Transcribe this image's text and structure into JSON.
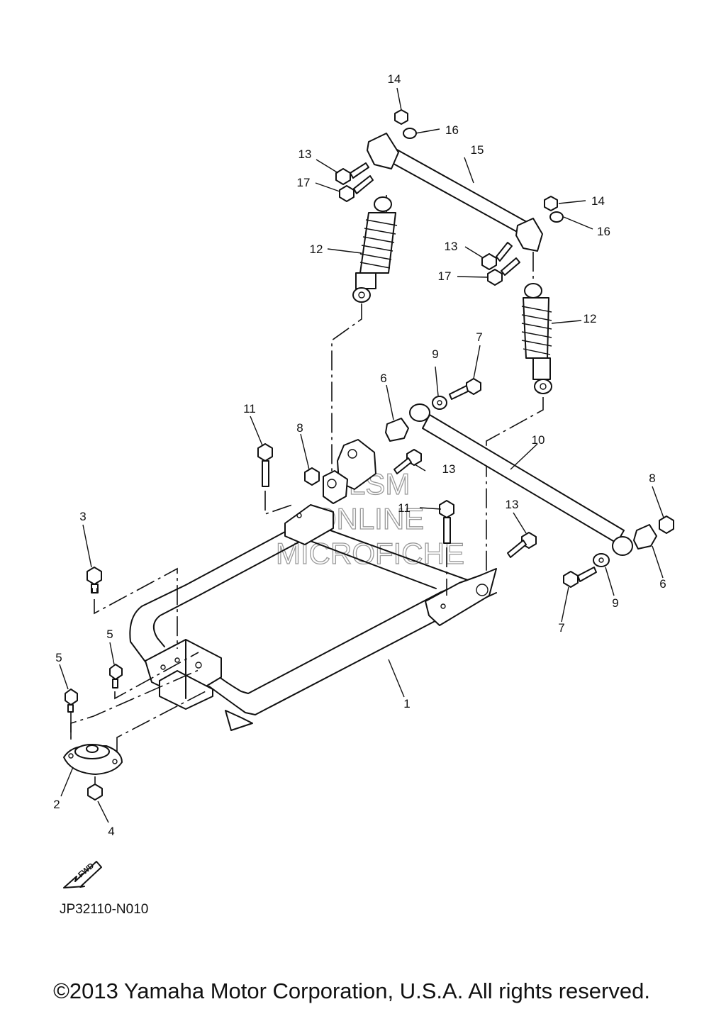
{
  "diagram_code": "JP32110-N010",
  "copyright": "©2013 Yamaha Motor Corporation, U.S.A. All rights reserved.",
  "fwd_label": "FWD",
  "watermark": [
    "HLSM",
    "ONLINE",
    "MICROFICHE"
  ],
  "callouts": {
    "c1": "1",
    "c2": "2",
    "c3": "3",
    "c4": "4",
    "c5a": "5",
    "c5b": "5",
    "c6a": "6",
    "c6b": "6",
    "c7a": "7",
    "c7b": "7",
    "c8a": "8",
    "c8b": "8",
    "c9a": "9",
    "c9b": "9",
    "c10": "10",
    "c11a": "11",
    "c11b": "11",
    "c12a": "12",
    "c12b": "12",
    "c13a": "13",
    "c13b": "13",
    "c13c": "13",
    "c13d": "13",
    "c14a": "14",
    "c14b": "14",
    "c15": "15",
    "c16a": "16",
    "c16b": "16",
    "c17a": "17",
    "c17b": "17"
  }
}
